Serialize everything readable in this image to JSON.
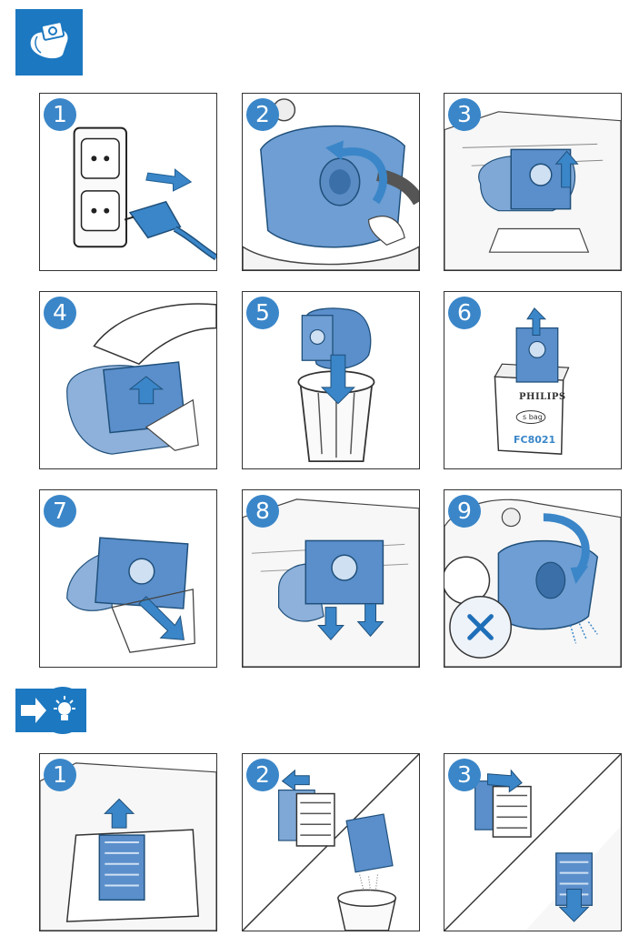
{
  "header_icon": {
    "name": "dust-bag-icon",
    "color": "#1c78c0"
  },
  "tip_icon": {
    "name": "arrow-lightbulb-tip-icon",
    "color": "#1c78c0"
  },
  "accent": "#3a86c8",
  "steps": [
    {
      "number": "1",
      "illustration": "unplug-from-wall-socket"
    },
    {
      "number": "2",
      "illustration": "open-cover"
    },
    {
      "number": "3",
      "illustration": "lift-bag-holder"
    },
    {
      "number": "4",
      "illustration": "remove-bag-from-holder"
    },
    {
      "number": "5",
      "illustration": "discard-bag-in-bin"
    },
    {
      "number": "6",
      "illustration": "take-new-bag-from-box"
    },
    {
      "number": "7",
      "illustration": "insert-bag-in-holder"
    },
    {
      "number": "8",
      "illustration": "place-holder-in-cleaner"
    },
    {
      "number": "9",
      "illustration": "close-cover"
    }
  ],
  "box_label": {
    "brand": "PHILIPS",
    "product": "s-bag",
    "model": "FC8021"
  },
  "filter_steps": [
    {
      "number": "1",
      "illustration": "remove-motor-filter"
    },
    {
      "number": "2",
      "illustration": "replace-filter-pad"
    },
    {
      "number": "3",
      "illustration": "reinsert-motor-filter"
    }
  ]
}
